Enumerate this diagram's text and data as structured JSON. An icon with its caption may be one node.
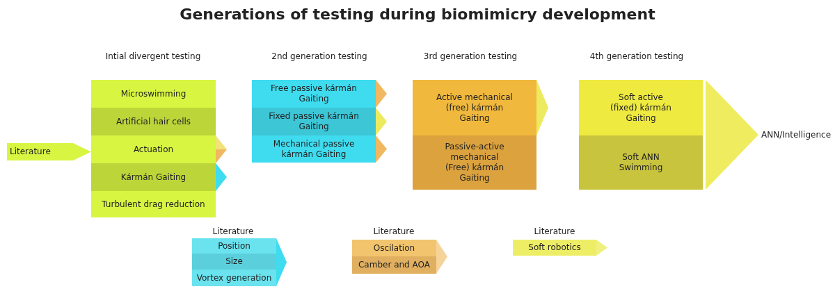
{
  "diagram": {
    "title": "Generations of testing during biomimicry development",
    "nodes": [
      {
        "text": [
          "Literature"
        ]
      },
      {
        "text": [
          "Microswimming"
        ]
      },
      {
        "text": [
          "Artificial hair cells"
        ]
      },
      {
        "text": [
          "Actuation"
        ]
      },
      {
        "text": [
          "Kármán Gaiting"
        ]
      },
      {
        "text": [
          "Turbulent drag reduction"
        ]
      },
      {
        "text": [
          "Free passive kármán Gaiting"
        ]
      },
      {
        "text": [
          "Fixed passive kármán Gaiting"
        ]
      },
      {
        "text": [
          "Mechanical passive kármán Gaiting"
        ]
      },
      {
        "text": [
          "Active mechanical (free) kármán Gaiting"
        ]
      },
      {
        "text": [
          "Passive-active mechanical (Free) kármán Gaiting"
        ]
      },
      {
        "text": [
          "Soft active (fixed) kármán Gaiting"
        ]
      },
      {
        "text": [
          "Soft ANN Swimming"
        ]
      },
      {
        "text": [
          "ANN/Intelligence"
        ]
      },
      {
        "text": [
          "Position"
        ]
      },
      {
        "text": [
          "Size"
        ]
      },
      {
        "text": [
          "Vortex generation"
        ]
      },
      {
        "text": [
          "Oscilation"
        ]
      },
      {
        "text": [
          "Camber and AOA"
        ]
      },
      {
        "text": [
          "Soft robotics"
        ]
      }
    ],
    "edges": [
      {
        "from": 0,
        "to": 3,
        "arrow": "to",
        "color": "#d8f542"
      },
      {
        "from": 3,
        "to": null,
        "arrow": "to",
        "color": "#f2e27a"
      },
      {
        "from": 3,
        "to": null,
        "arrow": "to",
        "color": "#f0b860"
      },
      {
        "from": 4,
        "to": null,
        "arrow": "to",
        "color": "#3fdcef"
      },
      {
        "from": 6,
        "to": null,
        "arrow": "to",
        "color": "#f0b860"
      },
      {
        "from": 7,
        "to": null,
        "arrow": "to",
        "color": "#eeea60"
      },
      {
        "from": 8,
        "to": null,
        "arrow": "to",
        "color": "#f0b860"
      },
      {
        "from": 9,
        "to": null,
        "arrow": "to",
        "color": "#eeea60"
      },
      {
        "from": 11,
        "to": 13,
        "arrow": "to",
        "color": "#f0ec60"
      },
      {
        "from": 15,
        "to": null,
        "arrow": "to",
        "color": "#3fdcef"
      },
      {
        "from": 17,
        "to": null,
        "arrow": "to",
        "color": "#f5d49a"
      },
      {
        "from": 19,
        "to": null,
        "arrow": "to",
        "color": "#f0f080"
      }
    ],
    "labels": [
      "Intial divergent testing",
      "2nd generation testing",
      "3rd generation testing",
      "4th generation testing",
      "Literature",
      "Literature",
      "Literature"
    ]
  }
}
